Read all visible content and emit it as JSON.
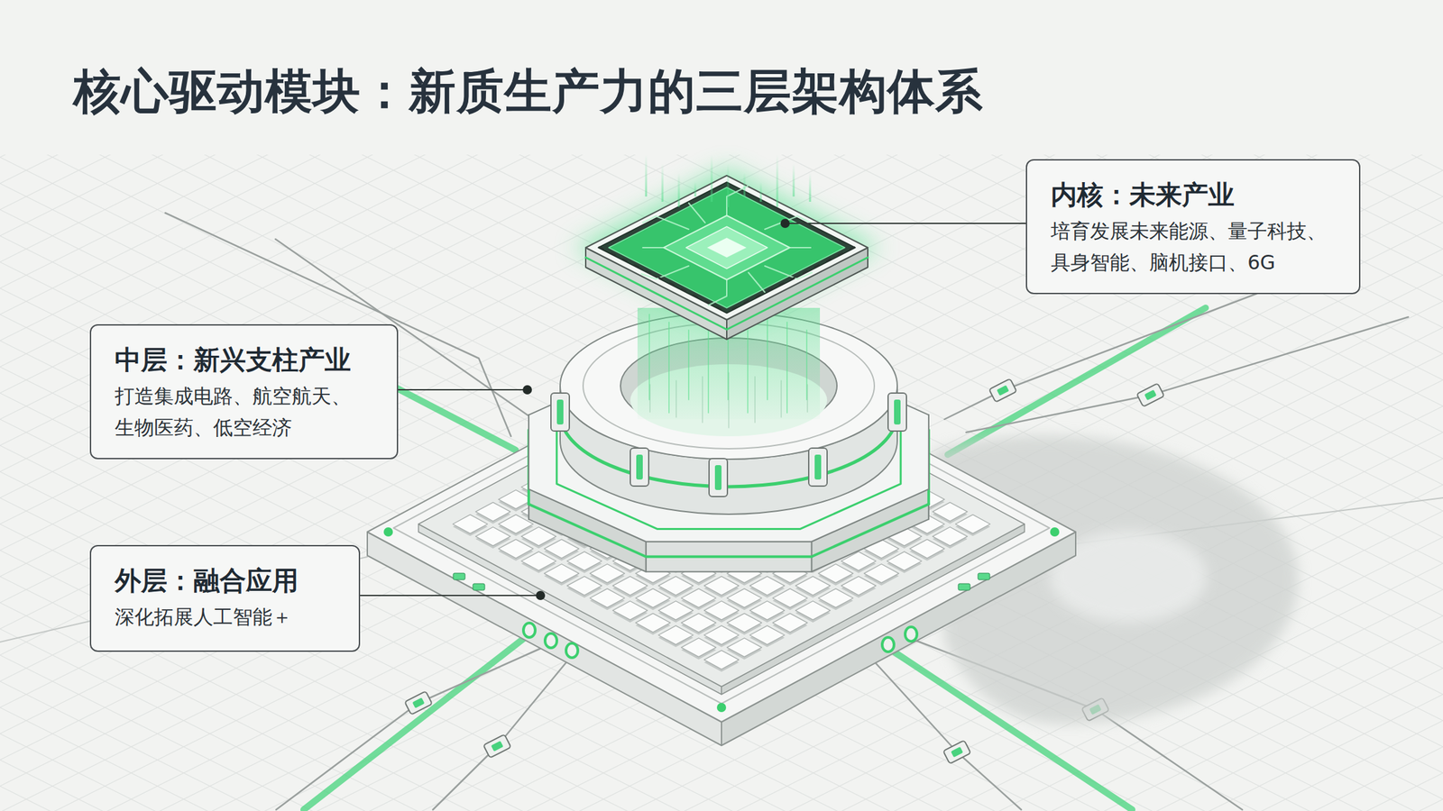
{
  "diagram": {
    "title": "核心驱动模块：新质生产力的三层架构体系",
    "nodes": [
      {
        "text": [
          "内核：未来产业",
          "培育发展未来能源、量子科技、具身智能、脑机接口、6G"
        ]
      },
      {
        "text": [
          "中层：新兴支柱产业",
          "打造集成电路、航空航天、生物医药、低空经济"
        ]
      },
      {
        "text": [
          "外层：融合应用",
          "深化拓展人工智能＋"
        ]
      }
    ]
  }
}
